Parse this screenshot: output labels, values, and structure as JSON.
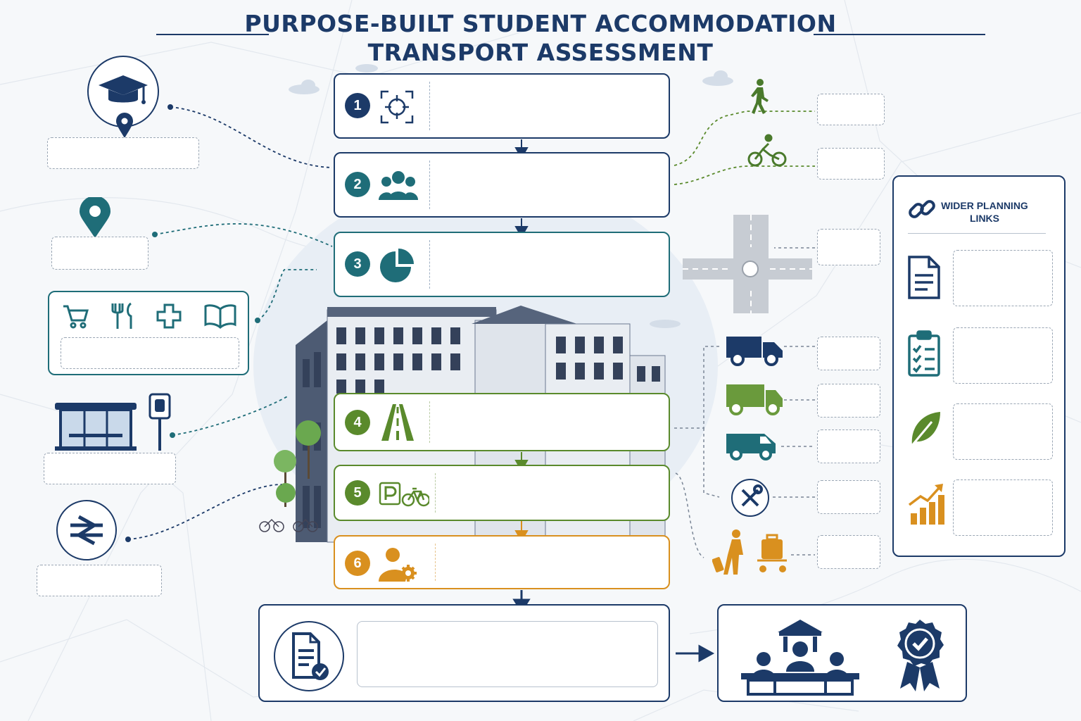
{
  "header": {
    "title_line1": "PURPOSE-BUILT STUDENT ACCOMMODATION",
    "title_line2": "TRANSPORT ASSESSMENT"
  },
  "steps": [
    {
      "number": "1",
      "icon": "target-icon",
      "color": "#1c3a68"
    },
    {
      "number": "2",
      "icon": "people-group-icon",
      "color": "#1f6d78"
    },
    {
      "number": "3",
      "icon": "pie-chart-icon",
      "color": "#1f6d78"
    },
    {
      "number": "4",
      "icon": "road-icon",
      "color": "#5a8a2c"
    },
    {
      "number": "5",
      "icon": "parking-bike-icon",
      "color": "#5a8a2c"
    },
    {
      "number": "6",
      "icon": "manager-gear-icon",
      "color": "#d9901f"
    }
  ],
  "side_panel": {
    "title": "WIDER PLANNING LINKS",
    "items": [
      {
        "icon": "document-icon"
      },
      {
        "icon": "clipboard-checklist-icon"
      },
      {
        "icon": "leaf-icon"
      },
      {
        "icon": "growth-chart-icon"
      }
    ]
  },
  "left_context": [
    {
      "icon": "graduation-cap-pin-icon"
    },
    {
      "icon": "location-pin-icon"
    },
    {
      "icon": "amenities-icons"
    },
    {
      "icon": "bus-stop-icon"
    },
    {
      "icon": "rail-icon"
    }
  ],
  "right_modes": [
    {
      "icon": "walking-icon"
    },
    {
      "icon": "cycling-icon"
    },
    {
      "icon": "roundabout-junction-icon"
    },
    {
      "icon": "delivery-van-icon"
    },
    {
      "icon": "refuse-truck-icon"
    },
    {
      "icon": "service-van-icon"
    },
    {
      "icon": "maintenance-tools-icon"
    },
    {
      "icon": "luggage-moving-icon"
    }
  ],
  "colors": {
    "navy": "#1c3a68",
    "teal": "#1f6d78",
    "green": "#5a8a2c",
    "amber": "#d9901f"
  }
}
